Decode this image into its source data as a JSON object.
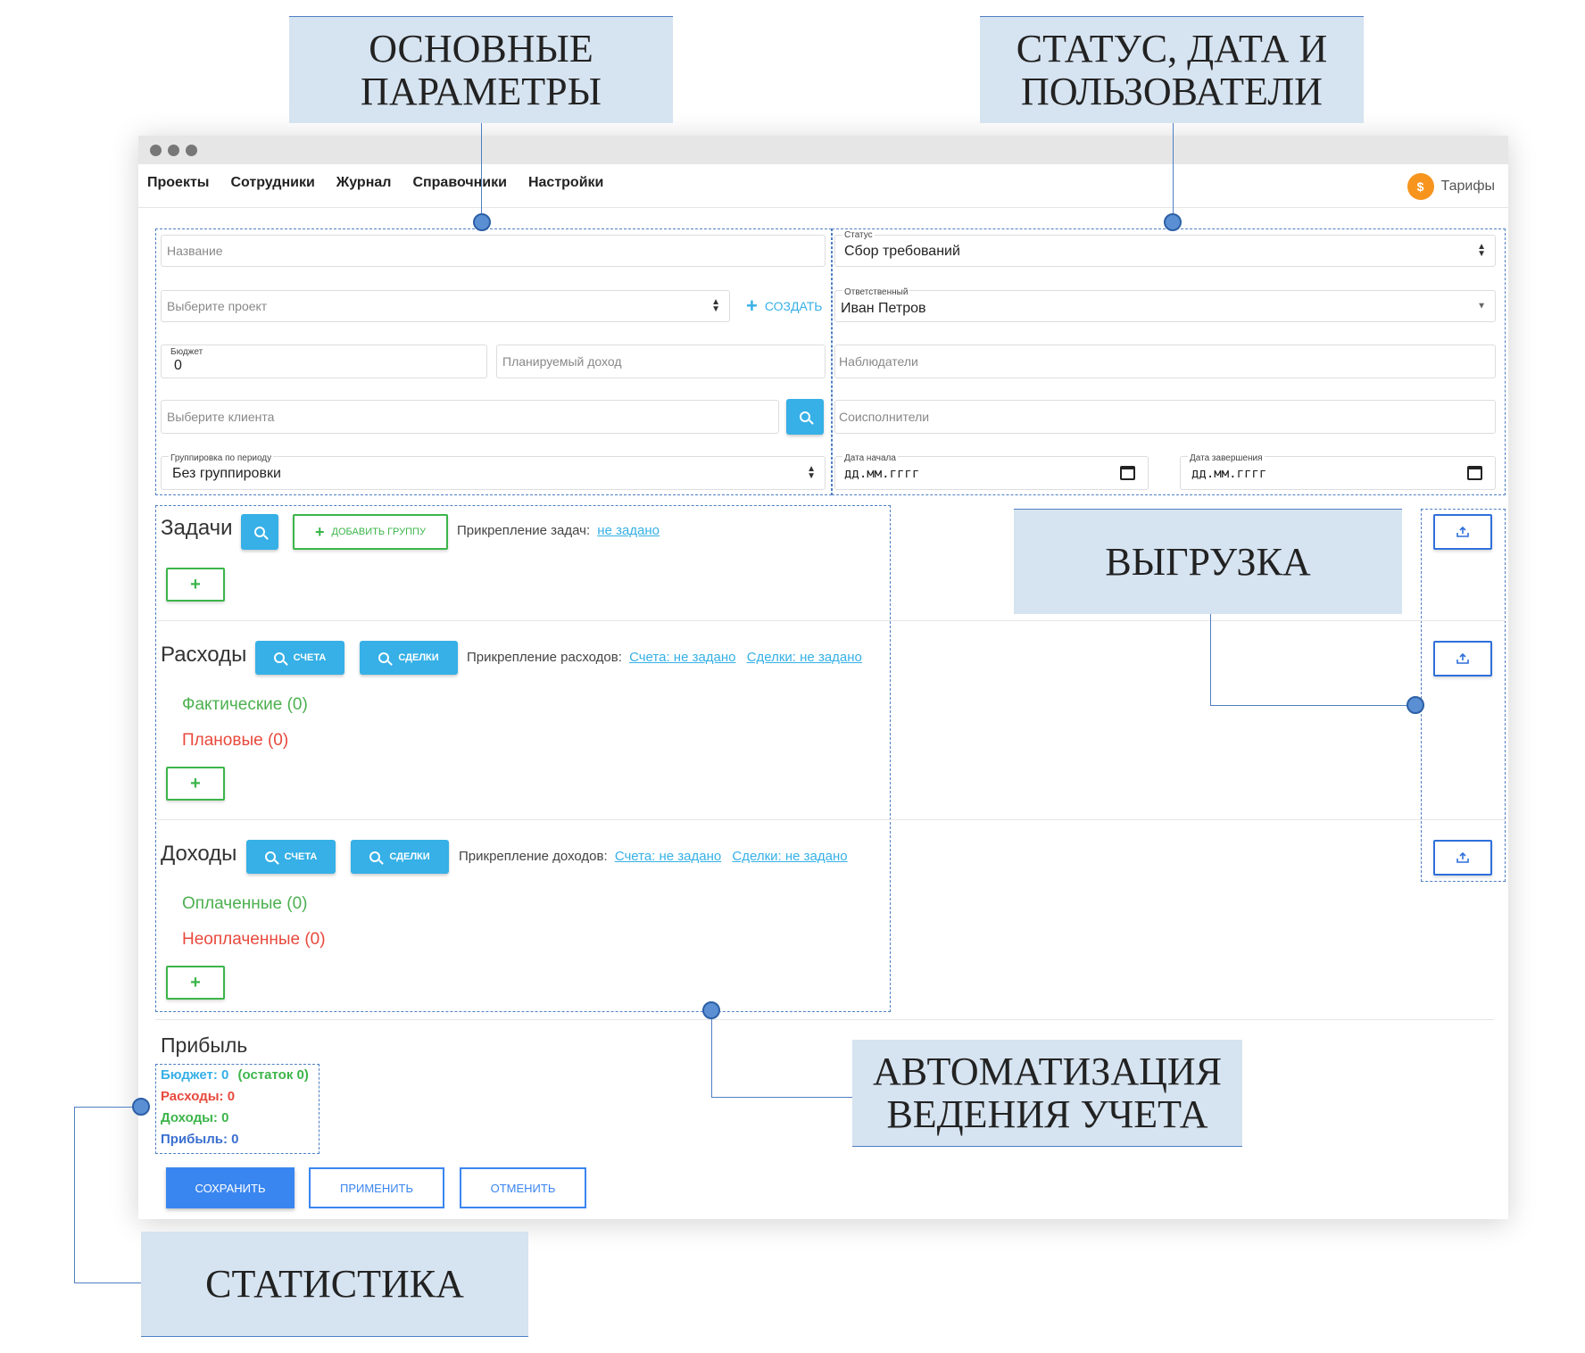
{
  "callouts": {
    "main_params": "ОСНОВНЫЕ ПАРАМЕТРЫ",
    "status_users": "СТАТУС, ДАТА И ПОЛЬЗОВАТЕЛИ",
    "export": "ВЫГРУЗКА",
    "automation": "АВТОМАТИЗАЦИЯ ВЕДЕНИЯ УЧЕТА",
    "statistics": "СТАТИСТИКА"
  },
  "nav": {
    "items": [
      "Проекты",
      "Сотрудники",
      "Журнал",
      "Справочники",
      "Настройки"
    ],
    "tariff_label": "Тарифы",
    "tariff_icon": "$"
  },
  "form": {
    "name_placeholder": "Название",
    "project_placeholder": "Выберите проект",
    "create_label": "СОЗДАТЬ",
    "budget_label": "Бюджет",
    "budget_value": "0",
    "planned_income_placeholder": "Планируемый доход",
    "client_placeholder": "Выберите клиента",
    "grouping_label": "Группировка по периоду",
    "grouping_value": "Без группировки",
    "status_label": "Статус",
    "status_value": "Сбор требований",
    "responsible_label": "Ответственный",
    "responsible_value": "Иван Петров",
    "observers_placeholder": "Наблюдатели",
    "coexecutors_placeholder": "Соисполнители",
    "start_label": "Дата начала",
    "start_value": "дд.мм.гггг",
    "end_label": "Дата завершения",
    "end_value": "дд.мм.гггг"
  },
  "tasks": {
    "title": "Задачи",
    "add_group": "ДОБАВИТЬ ГРУППУ",
    "attach_label": "Прикрепление задач:",
    "attach_value": "не задано"
  },
  "expenses": {
    "title": "Расходы",
    "btn_accounts": "СЧЕТА",
    "btn_deals": "СДЕЛКИ",
    "attach_label": "Прикрепление расходов:",
    "attach_accounts": "Счета: не задано",
    "attach_deals": "Сделки: не задано",
    "actual": "Фактические (0)",
    "planned": "Плановые (0)"
  },
  "incomes": {
    "title": "Доходы",
    "btn_accounts": "СЧЕТА",
    "btn_deals": "СДЕЛКИ",
    "attach_label": "Прикрепление доходов:",
    "attach_accounts": "Счета: не задано",
    "attach_deals": "Сделки: не задано",
    "paid": "Оплаченные (0)",
    "unpaid": "Неоплаченные (0)"
  },
  "profit": {
    "title": "Прибыль",
    "budget": "Бюджет: 0",
    "remainder": "(остаток 0)",
    "expenses": "Расходы: 0",
    "incomes": "Доходы: 0",
    "profit": "Прибыль: 0"
  },
  "actions": {
    "save": "СОХРАНИТЬ",
    "apply": "ПРИМЕНИТЬ",
    "cancel": "ОТМЕНИТЬ"
  },
  "colors": {
    "accent_blue": "#36b0e6",
    "primary": "#3a86f0",
    "green": "#3cb54a",
    "red": "#e8493c",
    "callout_bg": "#d6e3f0"
  }
}
